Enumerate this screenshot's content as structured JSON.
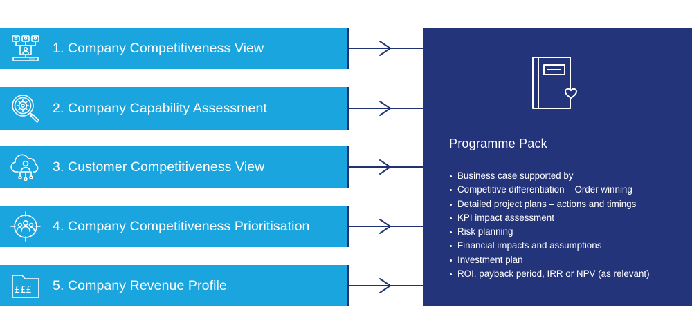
{
  "steps": [
    {
      "label": "1. Company Competitiveness View",
      "icon": "network-monitor-icon"
    },
    {
      "label": "2. Company Capability Assessment",
      "icon": "magnifier-gear-icon"
    },
    {
      "label": "3.  Customer Competitiveness View",
      "icon": "cloud-user-icon"
    },
    {
      "label": "4.  Company Competitiveness Prioritisation",
      "icon": "target-group-icon"
    },
    {
      "label": "5. Company Revenue Profile",
      "icon": "folder-pounds-icon"
    }
  ],
  "pack": {
    "title": "Programme Pack",
    "icon": "notebook-heart-icon",
    "items": [
      "Business case supported by",
      "Competitive differentiation – Order winning",
      "Detailed project plans – actions and timings",
      "KPI impact assessment",
      "Risk planning",
      "Financial impacts and assumptions",
      "Investment plan",
      "ROI, payback period, IRR or NPV (as relevant)"
    ]
  },
  "colors": {
    "step_fill": "#1aa5df",
    "pack_fill": "#24347a",
    "connector": "#1f3370"
  }
}
